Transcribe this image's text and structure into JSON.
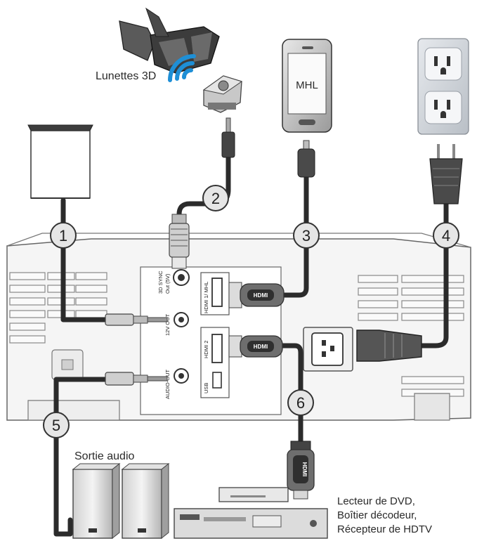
{
  "labels": {
    "glasses": "Lunettes 3D",
    "phone": "MHL",
    "audio_out": "Sortie audio",
    "source_line1": "Lecteur de DVD,",
    "source_line2": "Boîtier décodeur,",
    "source_line3": "Récepteur de HDTV"
  },
  "ports": {
    "sync_line1": "3D SYNC",
    "sync_line2": "Out (5V)",
    "hdmi1": "HDMI 1/ MHL",
    "v12": "12V OUT",
    "hdmi2": "HDMI 2",
    "audio": "AUDIO-OUT",
    "usb": "USB"
  },
  "cables": [
    {
      "number": "1"
    },
    {
      "number": "2"
    },
    {
      "number": "3"
    },
    {
      "number": "4"
    },
    {
      "number": "5"
    },
    {
      "number": "6"
    }
  ],
  "connector_text": "HDMI",
  "colors": {
    "cable": "#2b2b2b",
    "housing": "#d6d6d6",
    "outline": "#555555",
    "badge_fill": "#e6e6e6",
    "wifi": "#1e8fd6",
    "outlet_plate": "#cfd4da"
  }
}
